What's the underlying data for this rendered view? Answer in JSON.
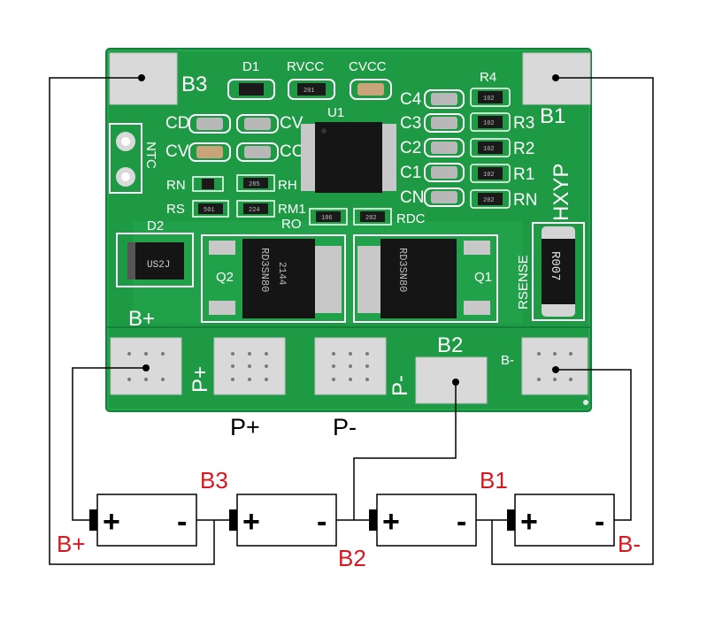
{
  "colors": {
    "board": "#1e9a45",
    "pad": "#d9d9d9",
    "wire": "#000000",
    "label_red": "#d8161e",
    "silk": "#ffffff"
  },
  "board": {
    "pads_top": {
      "b3": "B3",
      "b1": "B1"
    },
    "components": {
      "d1": "D1",
      "rvcc": "RVCC",
      "cvcc": "CVCC",
      "r4": "R4",
      "cd": "CD",
      "cv_left": "CV",
      "cv_right": "CV",
      "cv2": "CV",
      "cc": "CC",
      "u1": "U1",
      "c4": "C4",
      "c3": "C3",
      "c2": "C2",
      "c1": "C1",
      "cn": "CN",
      "r3": "R3",
      "r2": "R2",
      "r1": "R1",
      "rn_right": "RN",
      "ntc": "NTC",
      "brand": "HXYP",
      "rn_left": "RN",
      "rh": "RH",
      "rs": "RS",
      "rm1": "RM1",
      "ro": "RO",
      "rdc": "RDC",
      "d2": "D2",
      "d2_marking": "US2J",
      "q2": "Q2",
      "q1": "Q1",
      "mosfet_marking": "RD3SN80",
      "mosfet_code": "2144",
      "rsense": "RSENSE",
      "rsense_value": "R007",
      "res_codes": {
        "rvcc": "201",
        "r4": "102",
        "r3": "102",
        "r2": "102",
        "r1": "102",
        "rn": "202",
        "rh": "285",
        "rs": "501",
        "rm1": "224",
        "ro": "106",
        "rdc": "202"
      }
    },
    "bottom": {
      "b_plus": "B+",
      "p_plus": "P+",
      "p_minus": "P-",
      "b2": "B2",
      "b_minus": "B-"
    }
  },
  "terminal_labels": {
    "p_plus": "P+",
    "p_minus": "P-"
  },
  "battery_labels": {
    "b3": "B3",
    "b1": "B1",
    "b_plus": "B+",
    "b2": "B2",
    "b_minus": "B-"
  },
  "cells": [
    {
      "plus": "+",
      "minus": "-"
    },
    {
      "plus": "+",
      "minus": "-"
    },
    {
      "plus": "+",
      "minus": "-"
    },
    {
      "plus": "+",
      "minus": "-"
    }
  ]
}
